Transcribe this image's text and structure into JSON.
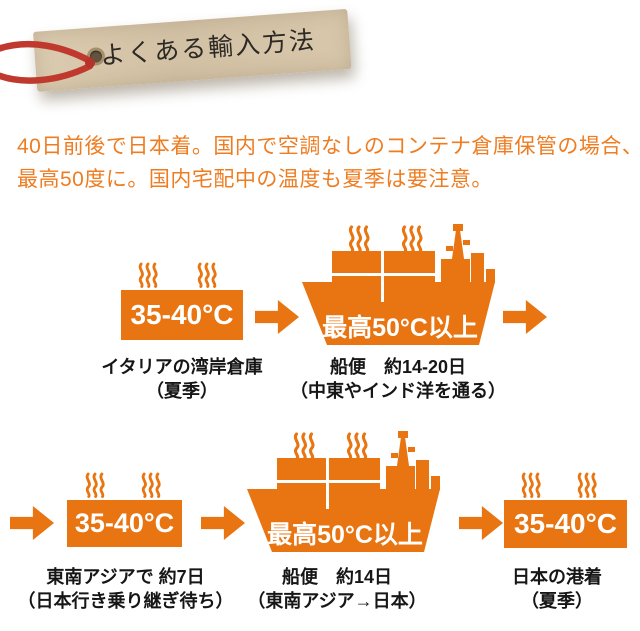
{
  "tag": {
    "title": "よくある輸入方法"
  },
  "intro": {
    "line1": "40日前後で日本着。国内で空調なしのコンテナ倉庫保管の場合、",
    "line2": "最高50度に。国内宅配中の温度も夏季は要注意。"
  },
  "route1": {
    "warehouse_temp": "35-40°C",
    "ship_temp": "最高50°C以上",
    "warehouse_label": {
      "line1": "イタリアの湾岸倉庫",
      "line2": "（夏季）"
    },
    "ship_label": {
      "line1": "船便　約14-20日",
      "line2": "（中東やインド洋を通る）"
    }
  },
  "route2": {
    "transit_temp": "35-40°C",
    "ship_temp": "最高50°C以上",
    "arrival_temp": "35-40°C",
    "transit_label": {
      "line1": "東南アジアで 約7日",
      "line2": "（日本行き乗り継ぎ待ち）"
    },
    "ship_label": {
      "line1": "船便　約14日",
      "line2": "（東南アジア→日本）"
    },
    "arrival_label": {
      "line1": "日本の港着",
      "line2": "（夏季）"
    }
  },
  "colors": {
    "orange": "#e87511",
    "handwriting": "#ee7d22",
    "tag_paper": "#d5c4a8",
    "string_red": "#c0392e",
    "label_text": "#161616"
  },
  "icons": {
    "heat": "steam-heat-waves",
    "ship": "cargo-ship",
    "arrow": "right-arrow",
    "string": "red-tag-string"
  }
}
